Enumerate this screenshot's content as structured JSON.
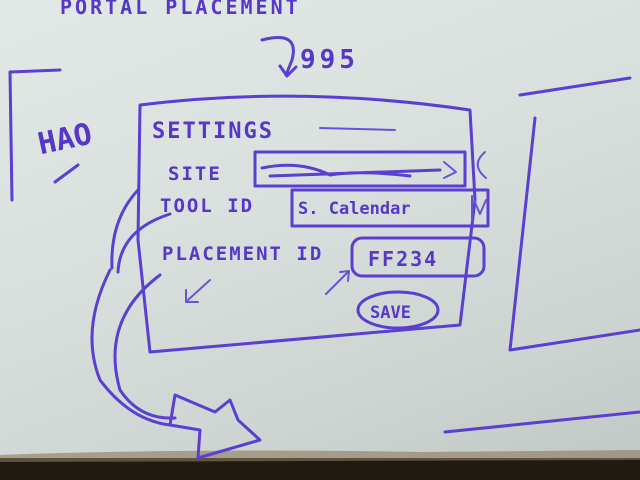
{
  "sketch": {
    "heading": "PORTAL PLACEMENT",
    "number": "995",
    "side_label": "HAO",
    "panel_title": "SETTINGS",
    "fields": [
      {
        "label": "SITE",
        "value": ""
      },
      {
        "label": "TOOL ID",
        "value": "S. Calendar"
      },
      {
        "label": "PLACEMENT ID",
        "value": "FF234"
      }
    ],
    "save_label": "SAVE"
  },
  "colors": {
    "ink": "#5a3fd0",
    "board": "#dde3e1"
  }
}
